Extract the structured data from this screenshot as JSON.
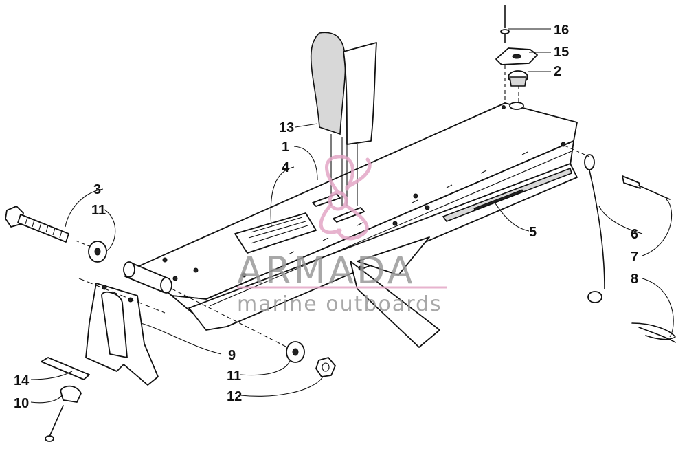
{
  "diagram": {
    "callouts": [
      {
        "id": "c16",
        "label": "16"
      },
      {
        "id": "c15",
        "label": "15"
      },
      {
        "id": "c2",
        "label": "2"
      },
      {
        "id": "c13",
        "label": "13"
      },
      {
        "id": "c1",
        "label": "1"
      },
      {
        "id": "c4",
        "label": "4"
      },
      {
        "id": "c3",
        "label": "3"
      },
      {
        "id": "c11a",
        "label": "11"
      },
      {
        "id": "c5",
        "label": "5"
      },
      {
        "id": "c6",
        "label": "6"
      },
      {
        "id": "c7",
        "label": "7"
      },
      {
        "id": "c8",
        "label": "8"
      },
      {
        "id": "c9",
        "label": "9"
      },
      {
        "id": "c11b",
        "label": "11"
      },
      {
        "id": "c12",
        "label": "12"
      },
      {
        "id": "c14",
        "label": "14"
      },
      {
        "id": "c10",
        "label": "10"
      }
    ]
  },
  "watermark": {
    "brand": "ARMADA",
    "tagline": "marine outboards",
    "accent_color": "#e3a6c6"
  }
}
